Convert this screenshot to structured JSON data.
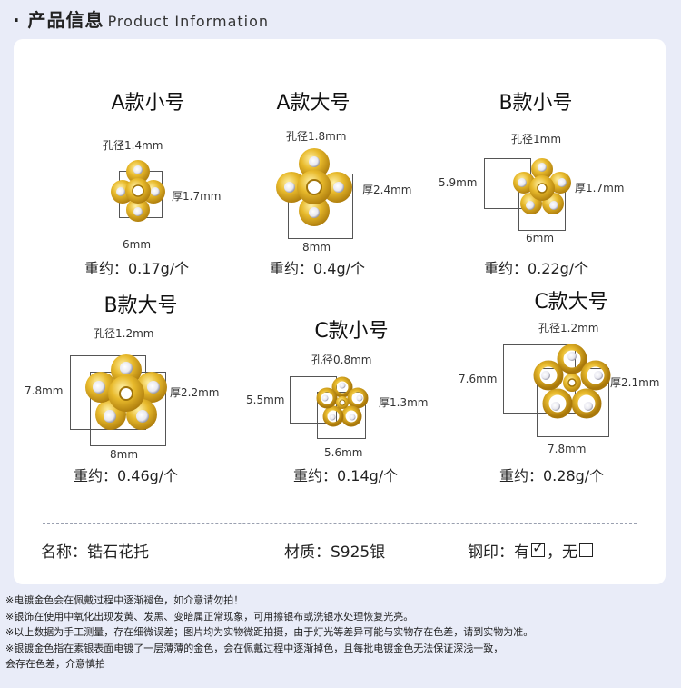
{
  "header": {
    "title_zh": "· 产品信息",
    "title_en": "Product Information"
  },
  "products": [
    {
      "name": "A款小号",
      "hole": "孔径1.4mm",
      "thickness": "厚1.7mm",
      "width": "6mm",
      "height": "",
      "weight": "重约：0.17g/个"
    },
    {
      "name": "A款大号",
      "hole": "孔径1.8mm",
      "thickness": "厚2.4mm",
      "width": "8mm",
      "height": "",
      "weight": "重约：0.4g/个"
    },
    {
      "name": "B款小号",
      "hole": "孔径1mm",
      "thickness": "厚1.7mm",
      "width": "6mm",
      "height": "5.9mm",
      "weight": "重约：0.22g/个"
    },
    {
      "name": "B款大号",
      "hole": "孔径1.2mm",
      "thickness": "厚2.2mm",
      "width": "8mm",
      "height": "7.8mm",
      "weight": "重约：0.46g/个"
    },
    {
      "name": "C款小号",
      "hole": "孔径0.8mm",
      "thickness": "厚1.3mm",
      "width": "5.6mm",
      "height": "5.5mm",
      "weight": "重约：0.14g/个"
    },
    {
      "name": "C款大号",
      "hole": "孔径1.2mm",
      "thickness": "厚2.1mm",
      "width": "7.8mm",
      "height": "7.6mm",
      "weight": "重约：0.28g/个"
    }
  ],
  "specs": {
    "name": "名称：锆石花托",
    "material": "材质：S925银",
    "stamp_label": "钢印：有",
    "stamp_yes_mark": "✓",
    "stamp_sep": "，无"
  },
  "notes": [
    "※电镀金色会在佩戴过程中逐渐褪色，如介意请勿拍！",
    "※银饰在使用中氧化出现发黄、发黑、变暗属正常现象，可用擦银布或洗银水处理恢复光亮。",
    "※以上数据为手工测量，存在细微误差；图片均为实物微距拍摄，由于灯光等差异可能与实物存在色差，请到实物为准。",
    "※银镀金色指在素银表面电镀了一层薄薄的金色，会在佩戴过程中逐渐掉色，且每批电镀金色无法保证深浅一致，",
    "会存在色差，介意慎拍"
  ],
  "colors": {
    "gold": "#e2b321",
    "gold_dark": "#b8860b",
    "background": "#e9ecf8"
  }
}
